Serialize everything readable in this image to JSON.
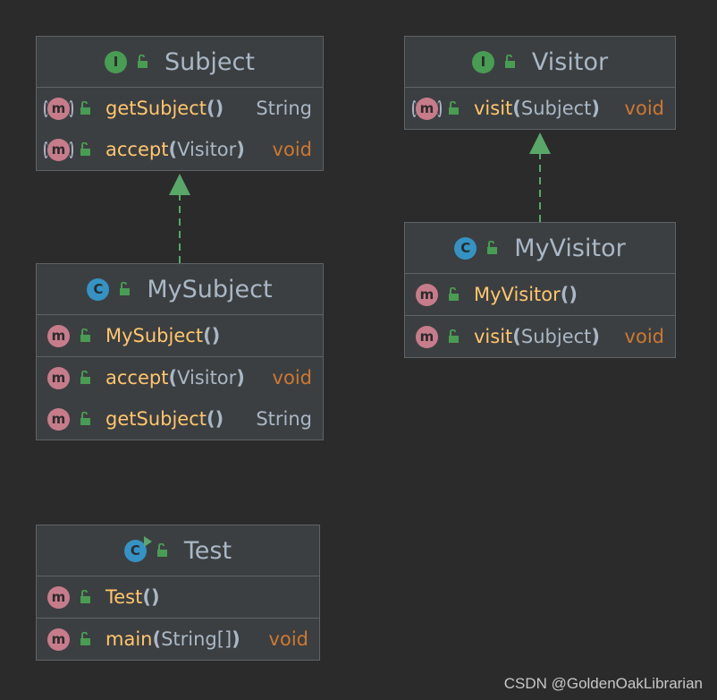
{
  "classes": {
    "subject": {
      "name": "Subject",
      "kind": "I",
      "methods": [
        {
          "name": "getSubject",
          "paren": "()",
          "param": "",
          "ret": "String"
        },
        {
          "name": "accept",
          "paren_open": "(",
          "param": "Visitor",
          "paren_close": ")",
          "ret": "void"
        }
      ]
    },
    "visitor": {
      "name": "Visitor",
      "kind": "I",
      "methods": [
        {
          "name": "visit",
          "paren_open": "(",
          "param": "Subject",
          "paren_close": ")",
          "ret": "void"
        }
      ]
    },
    "mysubject": {
      "name": "MySubject",
      "kind": "C",
      "constructor": {
        "name": "MySubject",
        "paren": "()"
      },
      "methods": [
        {
          "name": "accept",
          "paren_open": "(",
          "param": "Visitor",
          "paren_close": ")",
          "ret": "void"
        },
        {
          "name": "getSubject",
          "paren": "()",
          "ret": "String"
        }
      ]
    },
    "myvisitor": {
      "name": "MyVisitor",
      "kind": "C",
      "constructor": {
        "name": "MyVisitor",
        "paren": "()"
      },
      "methods": [
        {
          "name": "visit",
          "paren_open": "(",
          "param": "Subject",
          "paren_close": ")",
          "ret": "void"
        }
      ]
    },
    "test": {
      "name": "Test",
      "kind": "C",
      "constructor": {
        "name": "Test",
        "paren": "()"
      },
      "methods": [
        {
          "name": "main",
          "paren_open": "(",
          "param": "String[]",
          "paren_close": ")",
          "ret": "void"
        }
      ]
    }
  },
  "badge_letters": {
    "interface": "I",
    "class": "C",
    "method": "m"
  },
  "colors": {
    "background": "#2b2b2b",
    "box": "#3c3f41",
    "border": "#5e6366",
    "method_name": "#ffc66d",
    "void": "#cc7832",
    "text": "#a9b7c6",
    "interface_badge": "#499c54",
    "class_badge": "#3592c4",
    "method_badge": "#c77c8b",
    "edge": "#59a869"
  },
  "relations": [
    {
      "from": "MySubject",
      "to": "Subject",
      "type": "implements"
    },
    {
      "from": "MyVisitor",
      "to": "Visitor",
      "type": "implements"
    }
  ],
  "watermark": "CSDN @GoldenOakLibrarian"
}
